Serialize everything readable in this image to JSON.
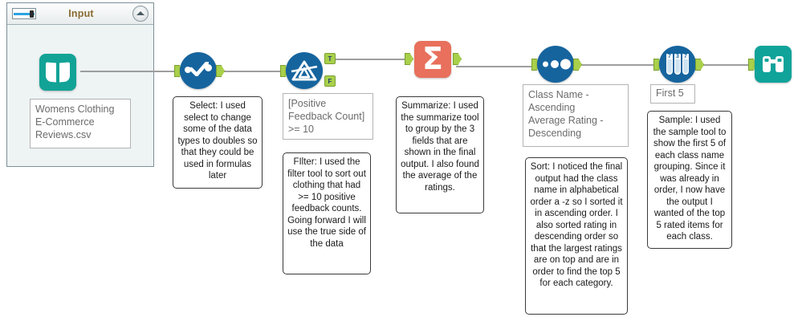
{
  "app": {
    "canvas_name": "workflow-canvas",
    "background_color": "#ffffff"
  },
  "input_panel": {
    "title": "Input",
    "slider_icon": "slider-icon",
    "collapse_icon": "chevron-up-icon",
    "file_label": "Womens Clothing E-Commerce Reviews.csv",
    "file_label_lines": [
      "Womens Clothing",
      "E-Commerce",
      "Reviews.csv"
    ]
  },
  "tools": [
    {
      "id": "input-data",
      "icon": "book-icon",
      "tool_name": "Input Data",
      "color": "#12a396",
      "shape": "rounded-square"
    },
    {
      "id": "select",
      "icon": "select-check-icon",
      "tool_name": "Select",
      "color": "#16649e",
      "shape": "circle"
    },
    {
      "id": "filter",
      "icon": "filter-funnel-icon",
      "tool_name": "Filter",
      "color": "#16649e",
      "shape": "circle",
      "output_true_label": "T",
      "output_false_label": "F"
    },
    {
      "id": "summarize",
      "icon": "sigma-icon",
      "tool_name": "Summarize",
      "color": "#e8705c",
      "shape": "rounded-square"
    },
    {
      "id": "sort",
      "icon": "sort-dots-icon",
      "tool_name": "Sort",
      "color": "#16649e",
      "shape": "circle"
    },
    {
      "id": "sample",
      "icon": "test-tubes-icon",
      "tool_name": "Sample",
      "color": "#16649e",
      "shape": "circle",
      "tube_numbers": [
        "7",
        "3",
        "7"
      ]
    },
    {
      "id": "browse",
      "icon": "binoculars-icon",
      "tool_name": "Browse",
      "color": "#0fa39a",
      "shape": "rounded-square"
    }
  ],
  "config_labels": {
    "filter_expression_lines": [
      "[Positive",
      "Feedback Count]",
      ">= 10"
    ],
    "filter_expression": "[Positive Feedback Count] >= 10",
    "sort_fields_lines": [
      "Class Name -",
      "Ascending",
      "Average Rating -",
      "Descending"
    ],
    "sort_fields": "Class Name - Ascending  Average Rating - Descending",
    "sample_label": "First 5"
  },
  "annotations": {
    "select_note": "Select: I used select to change some of the data types to doubles so that they could be used in formulas later",
    "filter_note": "FIlter: I used the filter tool to sort out clothing that had >= 10 positive feedback counts. Going forward I will use the true side of the data",
    "summarize_note": "Summarize: I used the summarize tool to group by the 3 fields that are shown in the final output. I also found the average of the ratings.",
    "sort_note": "Sort: I noticed the final output had the class name in alphabetical order a -z so I sorted it in ascending order. I also sorted rating in descending order so that the largest ratings are on top and are in order to find the top 5 for each category.",
    "sample_note": "Sample: I used the sample tool to show the first 5 of each class name grouping. Since it was already in order, I now have the output I wanted of the top 5 rated items for each class."
  },
  "colors": {
    "tool_blue": "#16649e",
    "tool_teal": "#12a396",
    "tool_salmon": "#e8705c",
    "anchor_green": "#a9d04b",
    "wire_gray": "#9e9e9e",
    "panel_bg": "#eef3f4",
    "panel_border": "#7d9099",
    "title_gold": "#8a6b2f"
  }
}
